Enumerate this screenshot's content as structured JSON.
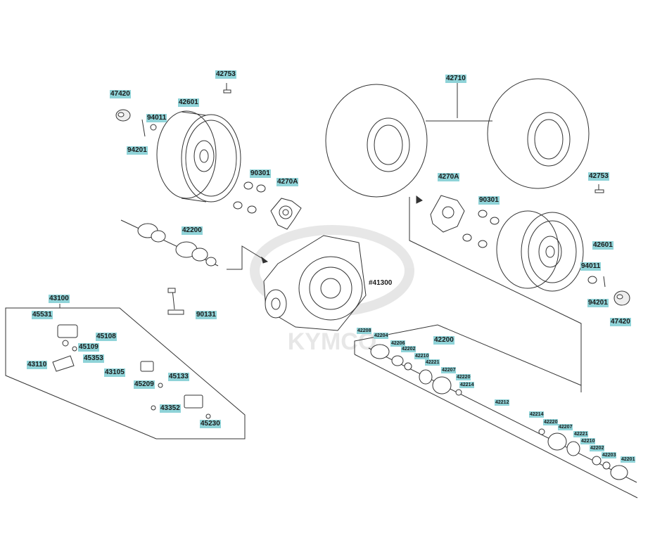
{
  "watermark": "KYMCO",
  "labels": {
    "l42753a": "42753",
    "l47420a": "47420",
    "l42601a": "42601",
    "l94011a": "94011",
    "l94201a": "94201",
    "l90301a": "90301",
    "l4270Aa": "4270A",
    "l42200a": "42200",
    "l42710": "42710",
    "l4270Ab": "4270A",
    "l90301b": "90301",
    "l42753b": "42753",
    "l42601b": "42601",
    "l94011b": "94011",
    "l94201b": "94201",
    "l47420b": "47420",
    "l41300": "#41300",
    "l43100": "43100",
    "l90131": "90131",
    "l45531": "45531",
    "l45108": "45108",
    "l45109": "45109",
    "l43110": "43110",
    "l45353": "45353",
    "l43105": "43105",
    "l45133": "45133",
    "l45209": "45209",
    "l43352": "43352",
    "l45230": "45230",
    "l42200b": "42200",
    "s42208": "42208",
    "s42204": "42204",
    "s42206": "42206",
    "s42202a": "42202",
    "s42210a": "42210",
    "s42221a": "42221",
    "s42207a": "42207",
    "s42220a": "42220",
    "s42214a": "42214",
    "s42212": "42212",
    "s42214b": "42214",
    "s42220b": "42220",
    "s42207b": "42207",
    "s42221b": "42221",
    "s42210b": "42210",
    "s42202b": "42202",
    "s42203": "42203",
    "s42201": "42201"
  },
  "colors": {
    "label_bg": "#8fd3d8",
    "line": "#222222",
    "watermark": "#d9d9d9"
  }
}
